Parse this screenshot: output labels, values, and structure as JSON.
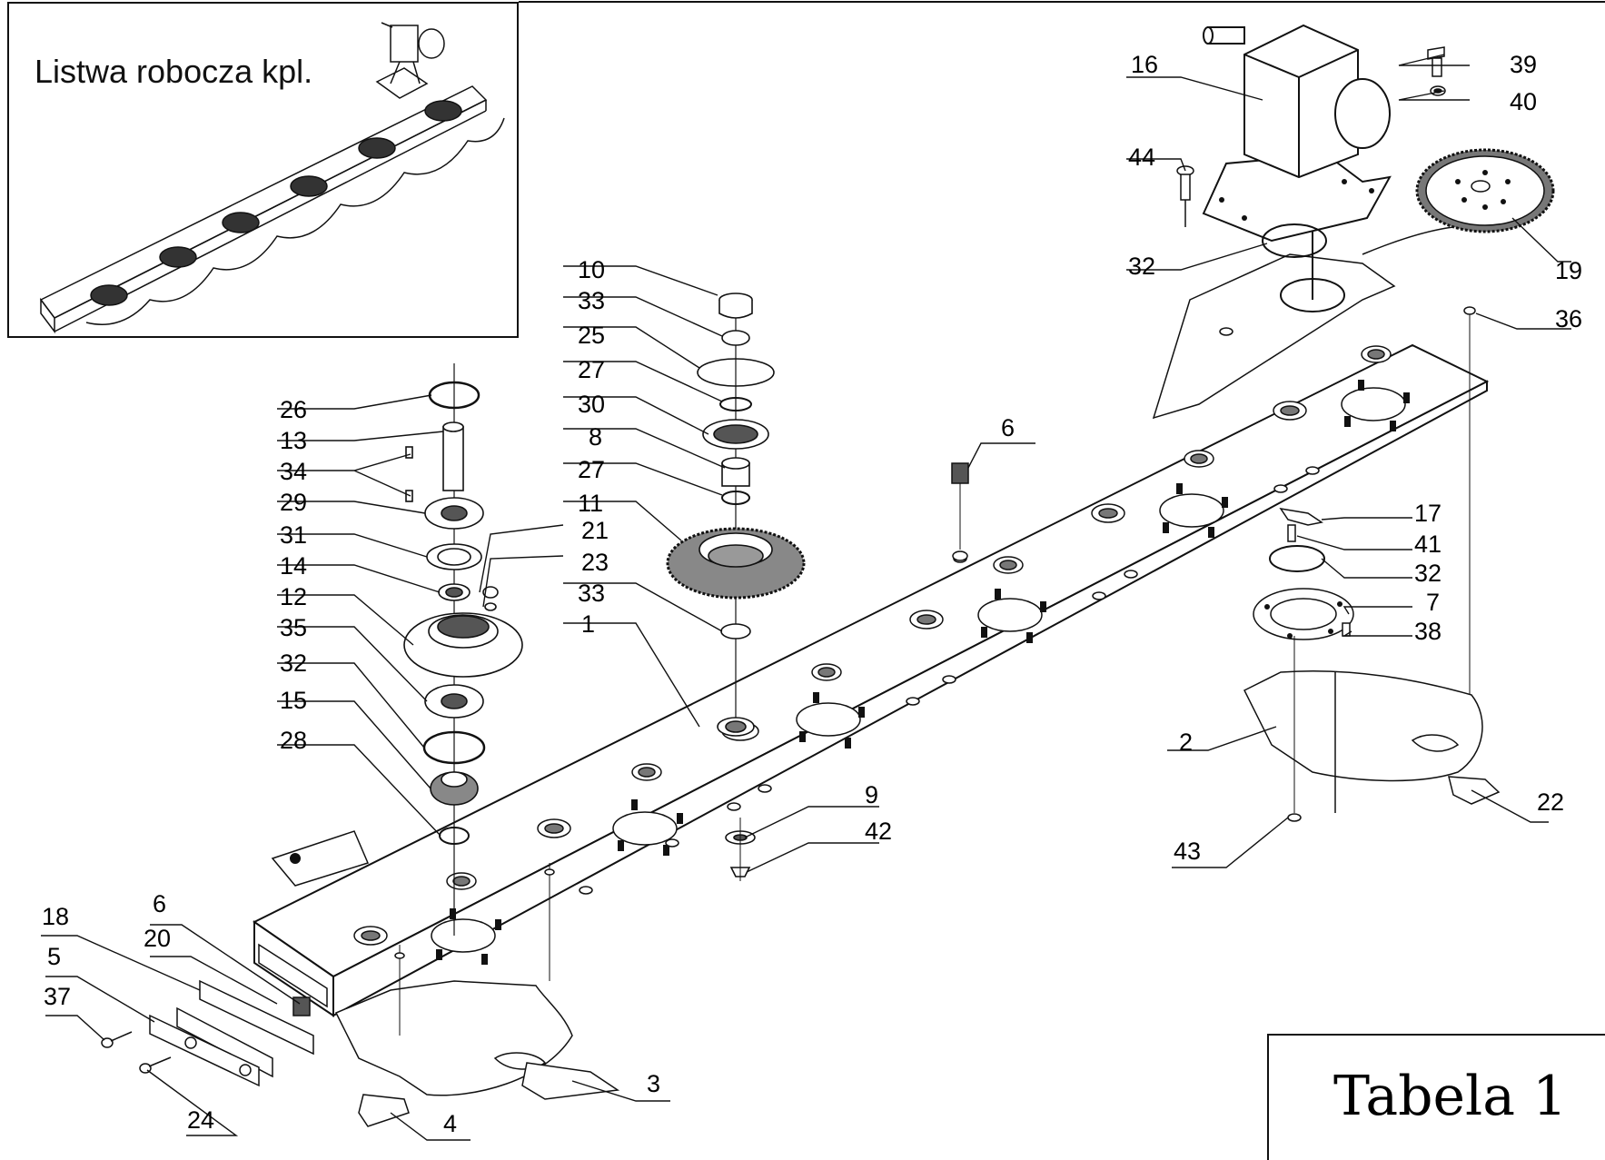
{
  "inset": {
    "title": "Listwa robocza kpl."
  },
  "table": {
    "label": "Tabela 1"
  },
  "callouts": [
    {
      "id": "10",
      "text": "10"
    },
    {
      "id": "33a",
      "text": "33"
    },
    {
      "id": "25",
      "text": "25"
    },
    {
      "id": "27a",
      "text": "27"
    },
    {
      "id": "30",
      "text": "30"
    },
    {
      "id": "8",
      "text": "8"
    },
    {
      "id": "27b",
      "text": "27"
    },
    {
      "id": "11",
      "text": "11"
    },
    {
      "id": "33b",
      "text": "33"
    },
    {
      "id": "1",
      "text": "1"
    },
    {
      "id": "26",
      "text": "26"
    },
    {
      "id": "13",
      "text": "13"
    },
    {
      "id": "34",
      "text": "34"
    },
    {
      "id": "29",
      "text": "29"
    },
    {
      "id": "31",
      "text": "31"
    },
    {
      "id": "21",
      "text": "21"
    },
    {
      "id": "23",
      "text": "23"
    },
    {
      "id": "14",
      "text": "14"
    },
    {
      "id": "12",
      "text": "12"
    },
    {
      "id": "35",
      "text": "35"
    },
    {
      "id": "32a",
      "text": "32"
    },
    {
      "id": "15",
      "text": "15"
    },
    {
      "id": "28",
      "text": "28"
    },
    {
      "id": "6a",
      "text": "6"
    },
    {
      "id": "16",
      "text": "16"
    },
    {
      "id": "39",
      "text": "39"
    },
    {
      "id": "40",
      "text": "40"
    },
    {
      "id": "44",
      "text": "44"
    },
    {
      "id": "32b",
      "text": "32"
    },
    {
      "id": "19",
      "text": "19"
    },
    {
      "id": "36",
      "text": "36"
    },
    {
      "id": "17",
      "text": "17"
    },
    {
      "id": "41",
      "text": "41"
    },
    {
      "id": "32c",
      "text": "32"
    },
    {
      "id": "7",
      "text": "7"
    },
    {
      "id": "38",
      "text": "38"
    },
    {
      "id": "2",
      "text": "2"
    },
    {
      "id": "22",
      "text": "22"
    },
    {
      "id": "43",
      "text": "43"
    },
    {
      "id": "9",
      "text": "9"
    },
    {
      "id": "42",
      "text": "42"
    },
    {
      "id": "18",
      "text": "18"
    },
    {
      "id": "6b",
      "text": "6"
    },
    {
      "id": "20",
      "text": "20"
    },
    {
      "id": "5",
      "text": "5"
    },
    {
      "id": "37",
      "text": "37"
    },
    {
      "id": "24",
      "text": "24"
    },
    {
      "id": "3",
      "text": "3"
    },
    {
      "id": "4",
      "text": "4"
    }
  ]
}
